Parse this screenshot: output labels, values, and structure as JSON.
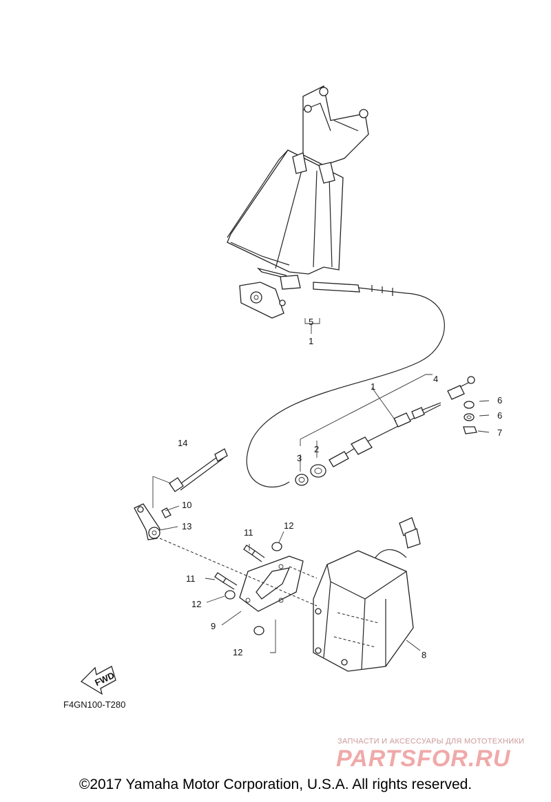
{
  "callouts": {
    "c1_top": "1",
    "c5": "5",
    "c1_mid": "1",
    "c4": "4",
    "c6a": "6",
    "c6b": "6",
    "c7": "7",
    "c2": "2",
    "c3": "3",
    "c14": "14",
    "c10": "10",
    "c13": "13",
    "c11a": "11",
    "c12a": "12",
    "c11b": "11",
    "c12b": "12",
    "c9": "9",
    "c12c": "12",
    "c8": "8"
  },
  "fwd_label": "FWD",
  "diagram_code": "F4GN100-T280",
  "watermark": {
    "tagline": "ЗАПЧАСТИ И АКСЕССУАРЫ ДЛЯ МОТОТЕХНИКИ",
    "brand": "PARTSFOR.RU"
  },
  "copyright": "©2017 Yamaha Motor Corporation, U.S.A. All rights reserved.",
  "colors": {
    "line": "#222222",
    "watermark": "#f0a9a9"
  }
}
